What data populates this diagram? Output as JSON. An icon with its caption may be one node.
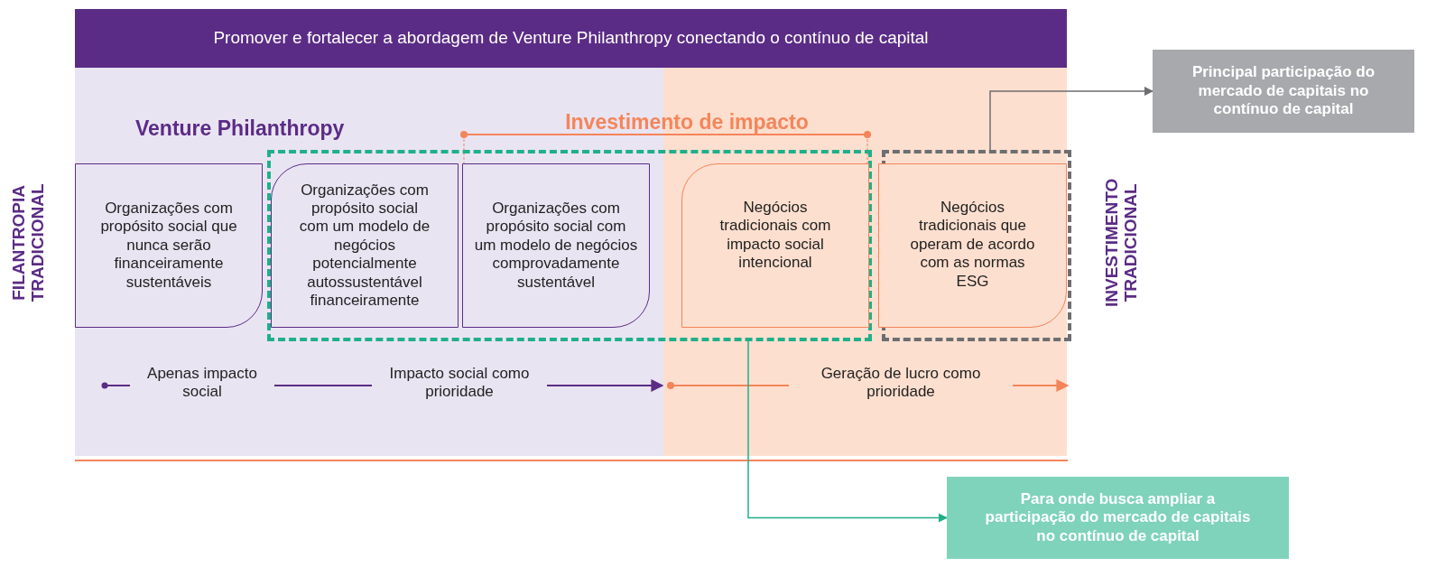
{
  "diagram": {
    "nodes": [
      {
        "text": [
          "Promover e fortalecer a abordagem de Venture Philanthropy  conectando o contínuo de capital"
        ]
      },
      {
        "text": [
          "Organizações com propósito social que nunca serão financeiramente sustentáveis"
        ]
      },
      {
        "text": [],
        "shape": "box"
      },
      {
        "text": [
          "Organizações com propósito social com um modelo de negócios potencialmente autossustentável financeiramente"
        ],
        "in": 2
      },
      {
        "text": [
          "Organizações com propósito social com um modelo de negócios comprovadamente sustentável"
        ],
        "in": 2
      },
      {
        "text": [
          "Negócios tradicionais com impacto social intencional"
        ],
        "in": 2
      },
      {
        "text": [],
        "shape": "box"
      },
      {
        "text": [
          "Negócios tradicionais que operam de acordo com as normas ESG"
        ],
        "in": 6
      },
      {
        "text": [
          "Principal participação do mercado de capitais no contínuo de capital"
        ]
      },
      {
        "text": [
          "Para onde busca ampliar a participação do mercado de capitais no contínuo de capital"
        ]
      }
    ],
    "edges": [
      {
        "from": 6,
        "to": 8,
        "arrow": "to",
        "color": "#6d6e71"
      },
      {
        "from": 2,
        "to": 9,
        "arrow": "to",
        "color": "#1fb08a"
      }
    ],
    "labels": [
      "Venture Philanthropy",
      "Investimento de impacto",
      "FILANTROPIA TRADICIONAL",
      "Apenas impacto social",
      "Impacto social como prioridade",
      "Geração de lucro como prioridade",
      "INVESTIMENTO TRADICIONAL"
    ]
  }
}
